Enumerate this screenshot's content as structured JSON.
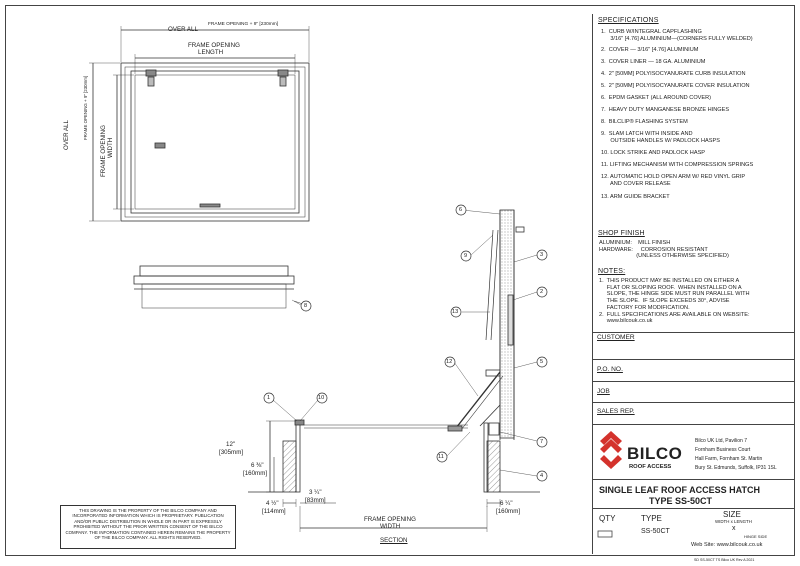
{
  "specifications": {
    "title": "SPECIFICATIONS",
    "items": [
      "1.  CURB W/INTEGRAL CAPFLASHING\n      3/16\" [4.76] ALUMINIUM—(CORNERS FULLY WELDED)",
      "2.  COVER — 3/16\" [4.76] ALUMINIUM",
      "3.  COVER LINER — 18 GA. ALUMINIUM",
      "4.  2\" [50MM] POLYISOCYANURATE CURB INSULATION",
      "5.  2\" [50MM] POLYISOCYANURATE COVER INSULATION",
      "6.  EPDM GASKET (ALL AROUND COVER)",
      "7.  HEAVY DUTY MANGANESE BRONZE HINGES",
      "8.  BILCLIP® FLASHING SYSTEM",
      "9.  SLAM LATCH WITH INSIDE AND\n      OUTSIDE HANDLES W/ PADLOCK HASPS",
      "10. LOCK STRIKE AND PADLOCK HASP",
      "11. LIFTING MECHANISM WITH COMPRESSION SPRINGS",
      "12. AUTOMATIC HOLD OPEN ARM W/ RED VINYL GRIP\n      AND COVER RELEASE",
      "13. ARM GUIDE BRACKET"
    ]
  },
  "shop_finish": {
    "title": "SHOP FINISH",
    "lines": "ALUMINIUM:    MILL FINISH\nHARDWARE:     CORROSION RESISTANT\n                        (UNLESS OTHERWISE SPECIFIED)"
  },
  "notes": {
    "title": "NOTES:",
    "lines": "1.  THIS PRODUCT MAY BE INSTALLED ON EITHER A\n     FLAT OR SLOPING ROOF.  WHEN INSTALLED ON A\n     SLOPE, THE HINGE SIDE MUST RUN PARALLEL WITH\n     THE SLOPE.  IF SLOPE EXCEEDS 30°, ADVISE\n     FACTORY FOR MODIFICATION.\n2.  FULL SPECIFICATIONS ARE AVAILABLE ON WEBSITE:\n     www.bilcouk.co.uk"
  },
  "fields": {
    "customer": "CUSTOMER",
    "po_no": "P.O. NO.",
    "job": "JOB",
    "sales_rep": "SALES REP."
  },
  "company": {
    "logo_name": "BILCO",
    "logo_tagline": "ROOF ACCESS",
    "address": [
      "Bilco UK Ltd, Pavilion 7",
      "Fornham Business Court",
      "Hall Farm, Fornham St. Martin",
      "Bury St. Edmunds, Suffolk, IP31 1SL"
    ],
    "website": "Web  Site:  www.bilcouk.co.uk"
  },
  "title_block": {
    "line1": "SINGLE LEAF ROOF ACCESS HATCH",
    "line2": "TYPE SS-50CT",
    "qty_label": "QTY",
    "type_label": "TYPE",
    "size_label": "SIZE",
    "size_sub": "WIDTH x LENGTH",
    "type_value": "SS-50CT",
    "x_mark": "x",
    "hinge_side": "HINGE SIDE"
  },
  "drawing": {
    "over_all_top": "OVER ALL",
    "frame_opening_plus_top": "FRAME OPENING + 9\" [230mm]",
    "frame_opening": "FRAME OPENING",
    "length": "LENGTH",
    "over_all_side": "OVER ALL",
    "frame_opening_plus_side": "FRAME OPENING + 9\" [230mm]",
    "frame_opening_side": "FRAME OPENING",
    "width": "WIDTH",
    "dim_12": "12\"",
    "dim_305": "[305mm]",
    "dim_6_3_8": "6 ⅜\"",
    "dim_160a": "[160mm]",
    "dim_4_1_2": "4 ½\"",
    "dim_114": "[114mm]",
    "dim_3_1_4": "3 ¼\"",
    "dim_83": "[83mm]",
    "dim_6_1_4": "6 ¼\"",
    "dim_160b": "[160mm]",
    "section_frame": "FRAME OPENING",
    "section_width": "WIDTH",
    "section_label": "SECTION",
    "callouts": [
      "1",
      "2",
      "3",
      "4",
      "5",
      "6",
      "7",
      "8",
      "9",
      "10",
      "11",
      "12",
      "13"
    ]
  },
  "disclaimer": "THIS DRAWING IS THE PROPERTY OF THE BILCO COMPANY AND INCORPORATED INFORMATION WHICH IS PROPRIETARY. PUBLICATION AND/OR PUBLIC DISTRIBUTION IN WHOLE OR IN PART IS EXPRESSLY PROHIBITED WITHOUT THE PRIOR WRITTEN CONSENT OF THE BILCO COMPANY. THE INFORMATION CONTAINED HEREIN REMAINS THE PROPERTY OF THE BILCO COMPANY. ALL RIGHTS RESERVED.",
  "footer_ref": "SD SS-50CT TS Bilco UK Rev A 2021",
  "colors": {
    "logo_red": "#d4322c",
    "line": "#333333"
  }
}
